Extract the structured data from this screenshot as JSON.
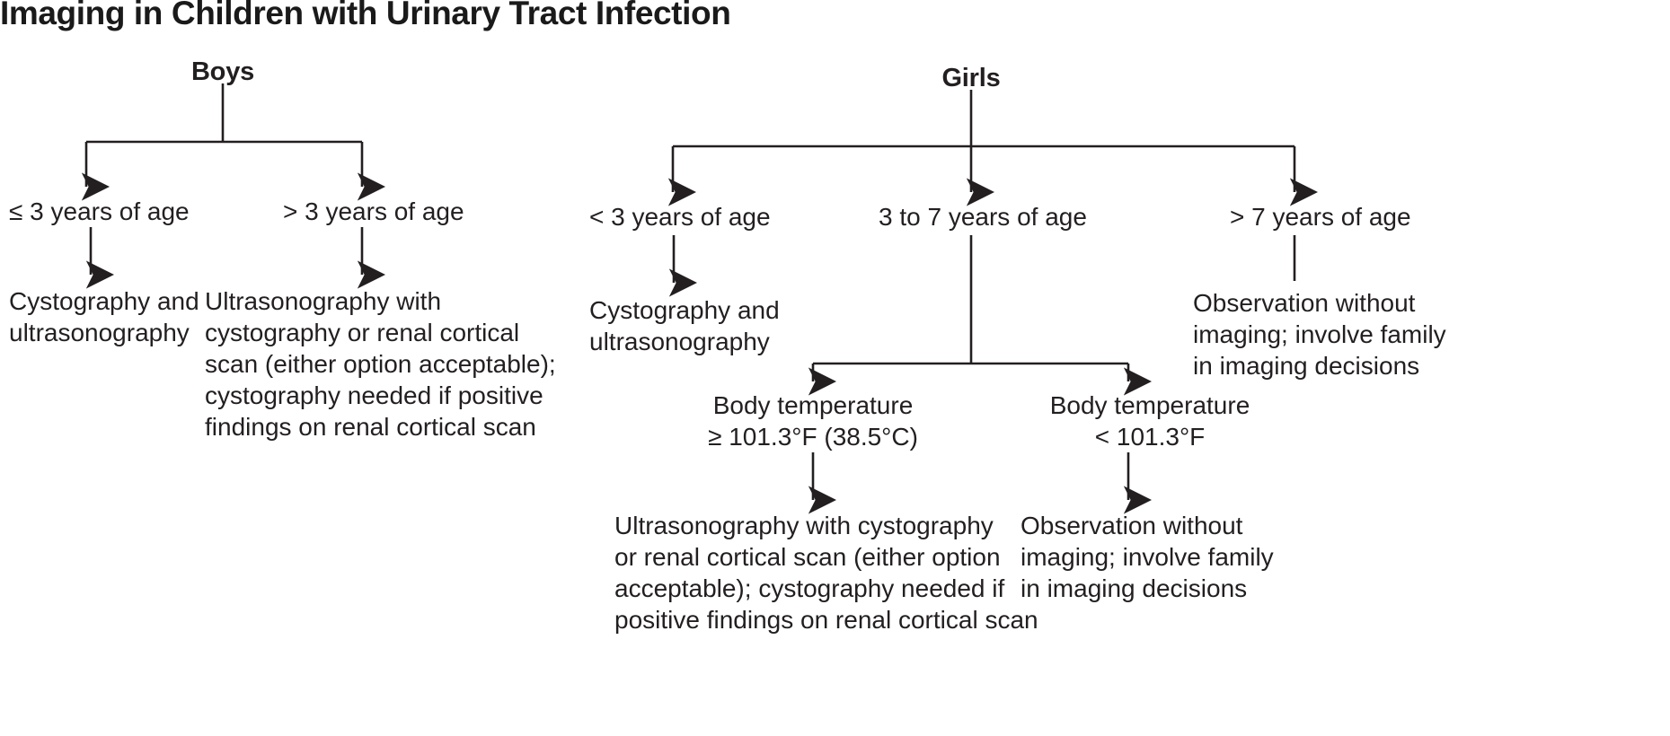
{
  "figure": {
    "title": "Imaging in Children with Urinary Tract Infection",
    "type": "flowchart",
    "line_color": "#231f20",
    "text_color": "#231f20",
    "background": "#ffffff"
  },
  "branches": {
    "boys": {
      "root_label": "Boys",
      "children": [
        {
          "id": "boys-le3",
          "age_label": "≤ 3 years of age",
          "outcome": "Cystography and\nultrasonography"
        },
        {
          "id": "boys-gt3",
          "age_label": "> 3 years of age",
          "outcome": "Ultrasonography with\ncystography or renal cortical\nscan (either option acceptable);\ncystography needed if positive\nfindings on renal cortical scan"
        }
      ]
    },
    "girls": {
      "root_label": "Girls",
      "children": [
        {
          "id": "girls-lt3",
          "age_label": "< 3 years of age",
          "outcome": "Cystography and\nultrasonography"
        },
        {
          "id": "girls-3to7",
          "age_label": "3 to 7 years of age",
          "sub_children": [
            {
              "id": "girls-3to7-hot",
              "temp_label": "Body temperature\n≥ 101.3°F (38.5°C)",
              "outcome": "Ultrasonography with cystography\nor renal cortical scan (either option\nacceptable); cystography needed if\npositive findings on renal cortical scan"
            },
            {
              "id": "girls-3to7-cool",
              "temp_label": "Body temperature\n< 101.3°F",
              "outcome": "Observation without\nimaging; involve family\nin imaging decisions"
            }
          ]
        },
        {
          "id": "girls-gt7",
          "age_label": "> 7 years of age",
          "outcome": "Observation without\nimaging; involve family\nin imaging decisions"
        }
      ]
    }
  }
}
